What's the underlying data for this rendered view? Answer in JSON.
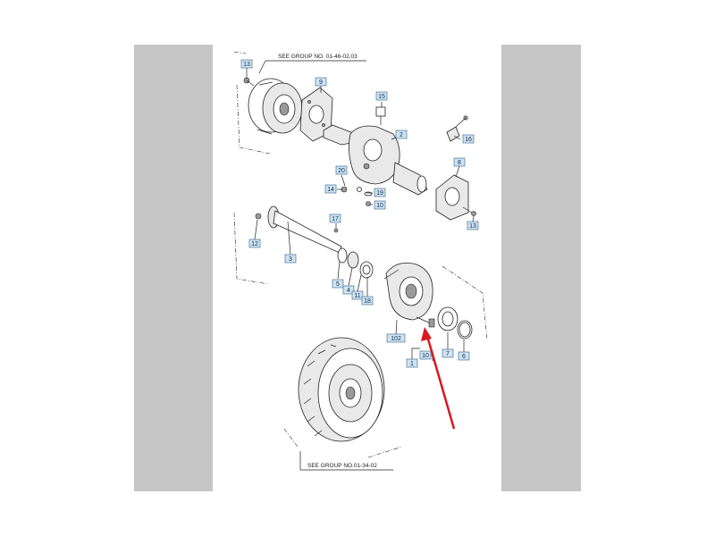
{
  "diagram": {
    "references": {
      "top": "SEE GROUP NO. 01-46-02,03",
      "bottom": "SEE GROUP NO.01-34-02"
    },
    "callouts": [
      "13",
      "9",
      "15",
      "2",
      "16",
      "20",
      "14",
      "19",
      "10",
      "8",
      "13",
      "17",
      "12",
      "3",
      "5",
      "4",
      "11",
      "18",
      "102",
      "1",
      "10",
      "7",
      "6"
    ],
    "arrow_color": "#d71920"
  }
}
